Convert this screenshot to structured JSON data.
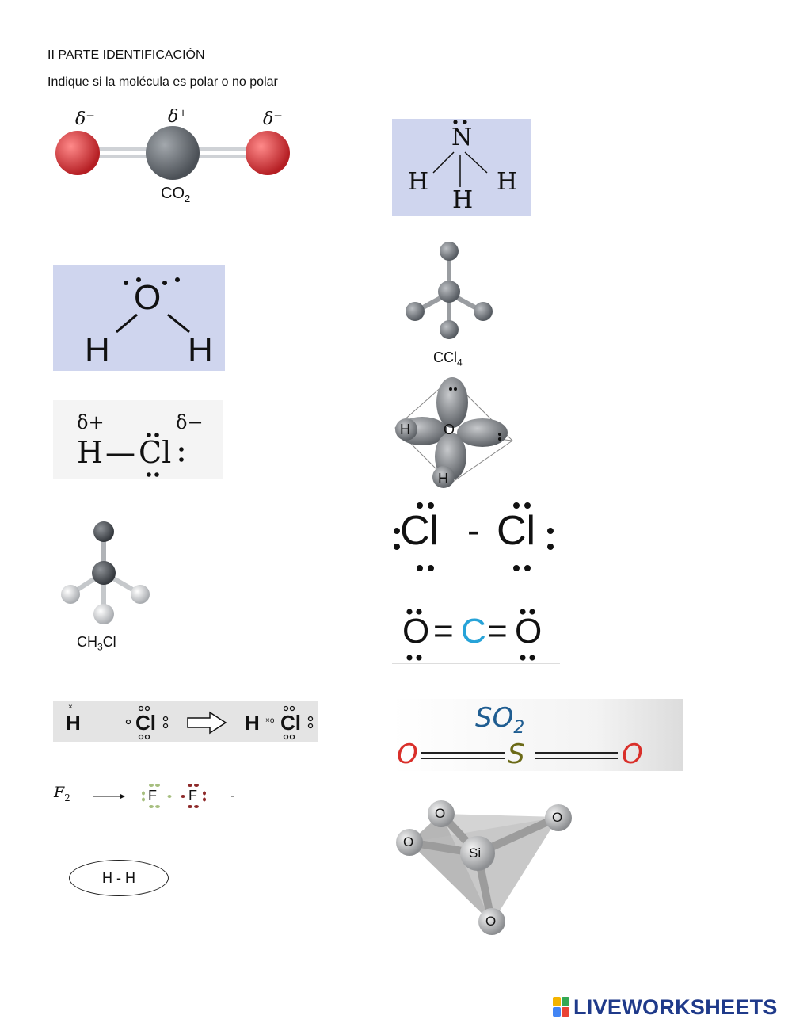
{
  "header": {
    "section_title": "II PARTE IDENTIFICACIÓN",
    "instruction": "Indique si la molécula es polar o no polar"
  },
  "molecules": {
    "co2_model": {
      "delta_left": "δ⁻",
      "delta_center": "δ⁺",
      "delta_right": "δ⁻",
      "formula": "CO",
      "sub": "2"
    },
    "nh3": {
      "center": "N",
      "h1": "H",
      "h2": "H",
      "h3": "H"
    },
    "h2o_lewis": {
      "center": "O",
      "h1": "H",
      "h2": "H"
    },
    "ccl4": {
      "formula": "CCl",
      "sub": "4"
    },
    "hcl_lewis": {
      "delta_plus": "δ+",
      "delta_minus": "δ−",
      "h": "H",
      "bond": "—",
      "cl": "Cl"
    },
    "h2o_orbital": {
      "center": "O",
      "h1": "H",
      "h2": "H"
    },
    "cl2": {
      "left": "Cl",
      "bond": "-",
      "right": "Cl"
    },
    "ch3cl": {
      "formula_a": "CH",
      "sub": "3",
      "formula_b": "Cl"
    },
    "co2_lewis": {
      "left": "O",
      "center": "C",
      "right": "O",
      "bond1": "=",
      "bond2": "="
    },
    "hcl_formation": {
      "h": "H",
      "cl": "Cl",
      "x_mark": "×",
      "xo": "×o"
    },
    "so2": {
      "formula": "SO",
      "sub": "2",
      "o1": "O",
      "s": "S",
      "o2": "O"
    },
    "f2": {
      "label": "F",
      "sub": "2",
      "f1": "F",
      "f2": "F"
    },
    "sio4": {
      "center": "Si",
      "o1": "O",
      "o2": "O",
      "o3": "O",
      "o4": "O"
    },
    "h2": {
      "text": "H - H"
    }
  },
  "footer": {
    "brand": "LIVEWORKSHEETS"
  },
  "colors": {
    "accent_blue": "#1f3a8a",
    "panel_lavender": "#cfd5ee",
    "oxygen_red": "#d9393b",
    "carbon_grey": "#6a6f75"
  }
}
